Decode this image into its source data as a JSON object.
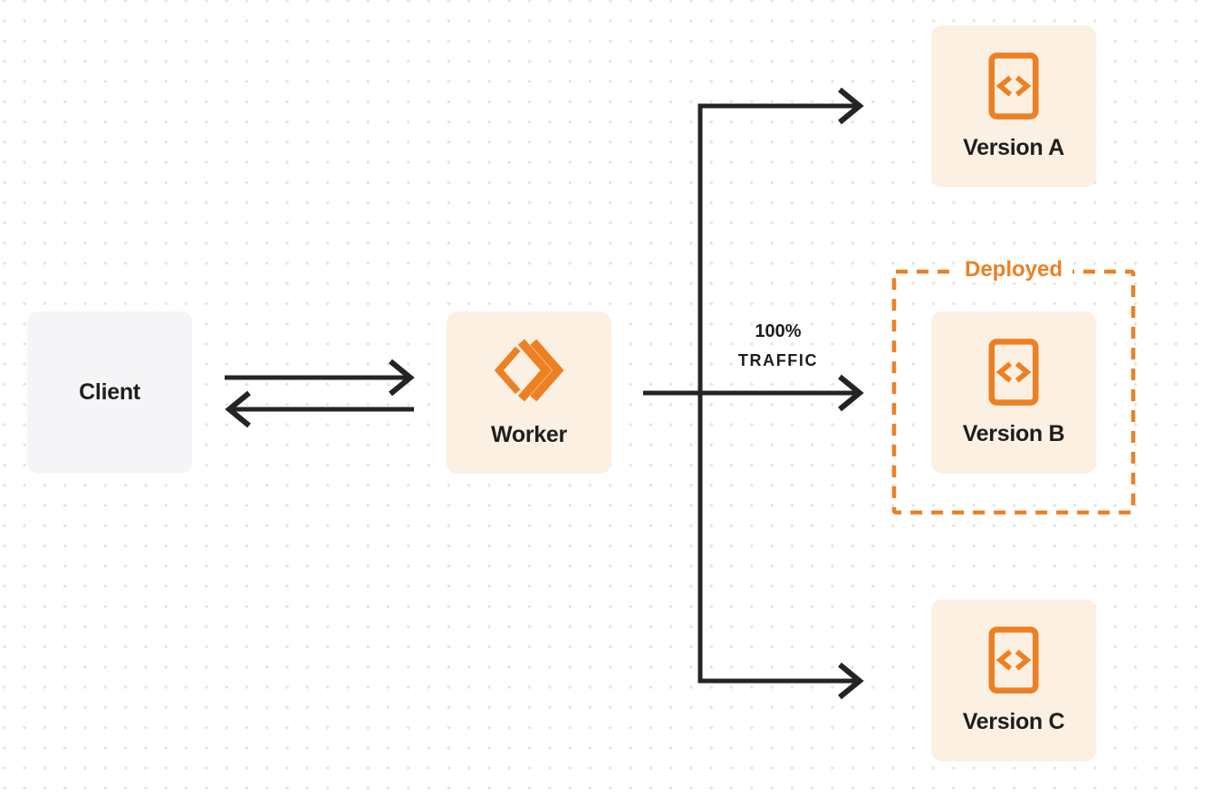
{
  "diagram": {
    "title_implicit": "Worker traffic routing between versions",
    "client": {
      "label": "Client"
    },
    "worker": {
      "label": "Worker"
    },
    "versions": [
      {
        "id": "version-a",
        "label": "Version A"
      },
      {
        "id": "version-b",
        "label": "Version B"
      },
      {
        "id": "version-c",
        "label": "Version C"
      }
    ],
    "deployed": {
      "label": "Deployed",
      "applies_to": "Version B"
    },
    "traffic": {
      "line1": "100%",
      "line2": "TRAFFIC",
      "target": "Version B"
    },
    "edges": [
      {
        "from": "Client",
        "to": "Worker",
        "type": "arrow-right"
      },
      {
        "from": "Worker",
        "to": "Client",
        "type": "arrow-left"
      },
      {
        "from": "Worker",
        "to": "Version A",
        "type": "arrow"
      },
      {
        "from": "Worker",
        "to": "Version B",
        "type": "arrow",
        "label": "100% TRAFFIC"
      },
      {
        "from": "Worker",
        "to": "Version C",
        "type": "arrow"
      }
    ]
  },
  "icons": {
    "worker_logo": "workers-double-chevron-icon",
    "version_icon": "code-file-icon"
  },
  "colors": {
    "accent_orange": "#ed8022",
    "cream_box": "#fbf0e2",
    "gray_box": "#f5f5f7",
    "line_dark": "#242424",
    "text_dark": "#1e1e1e",
    "dot_grid": "#e4e4e4",
    "background": "#ffffff"
  }
}
